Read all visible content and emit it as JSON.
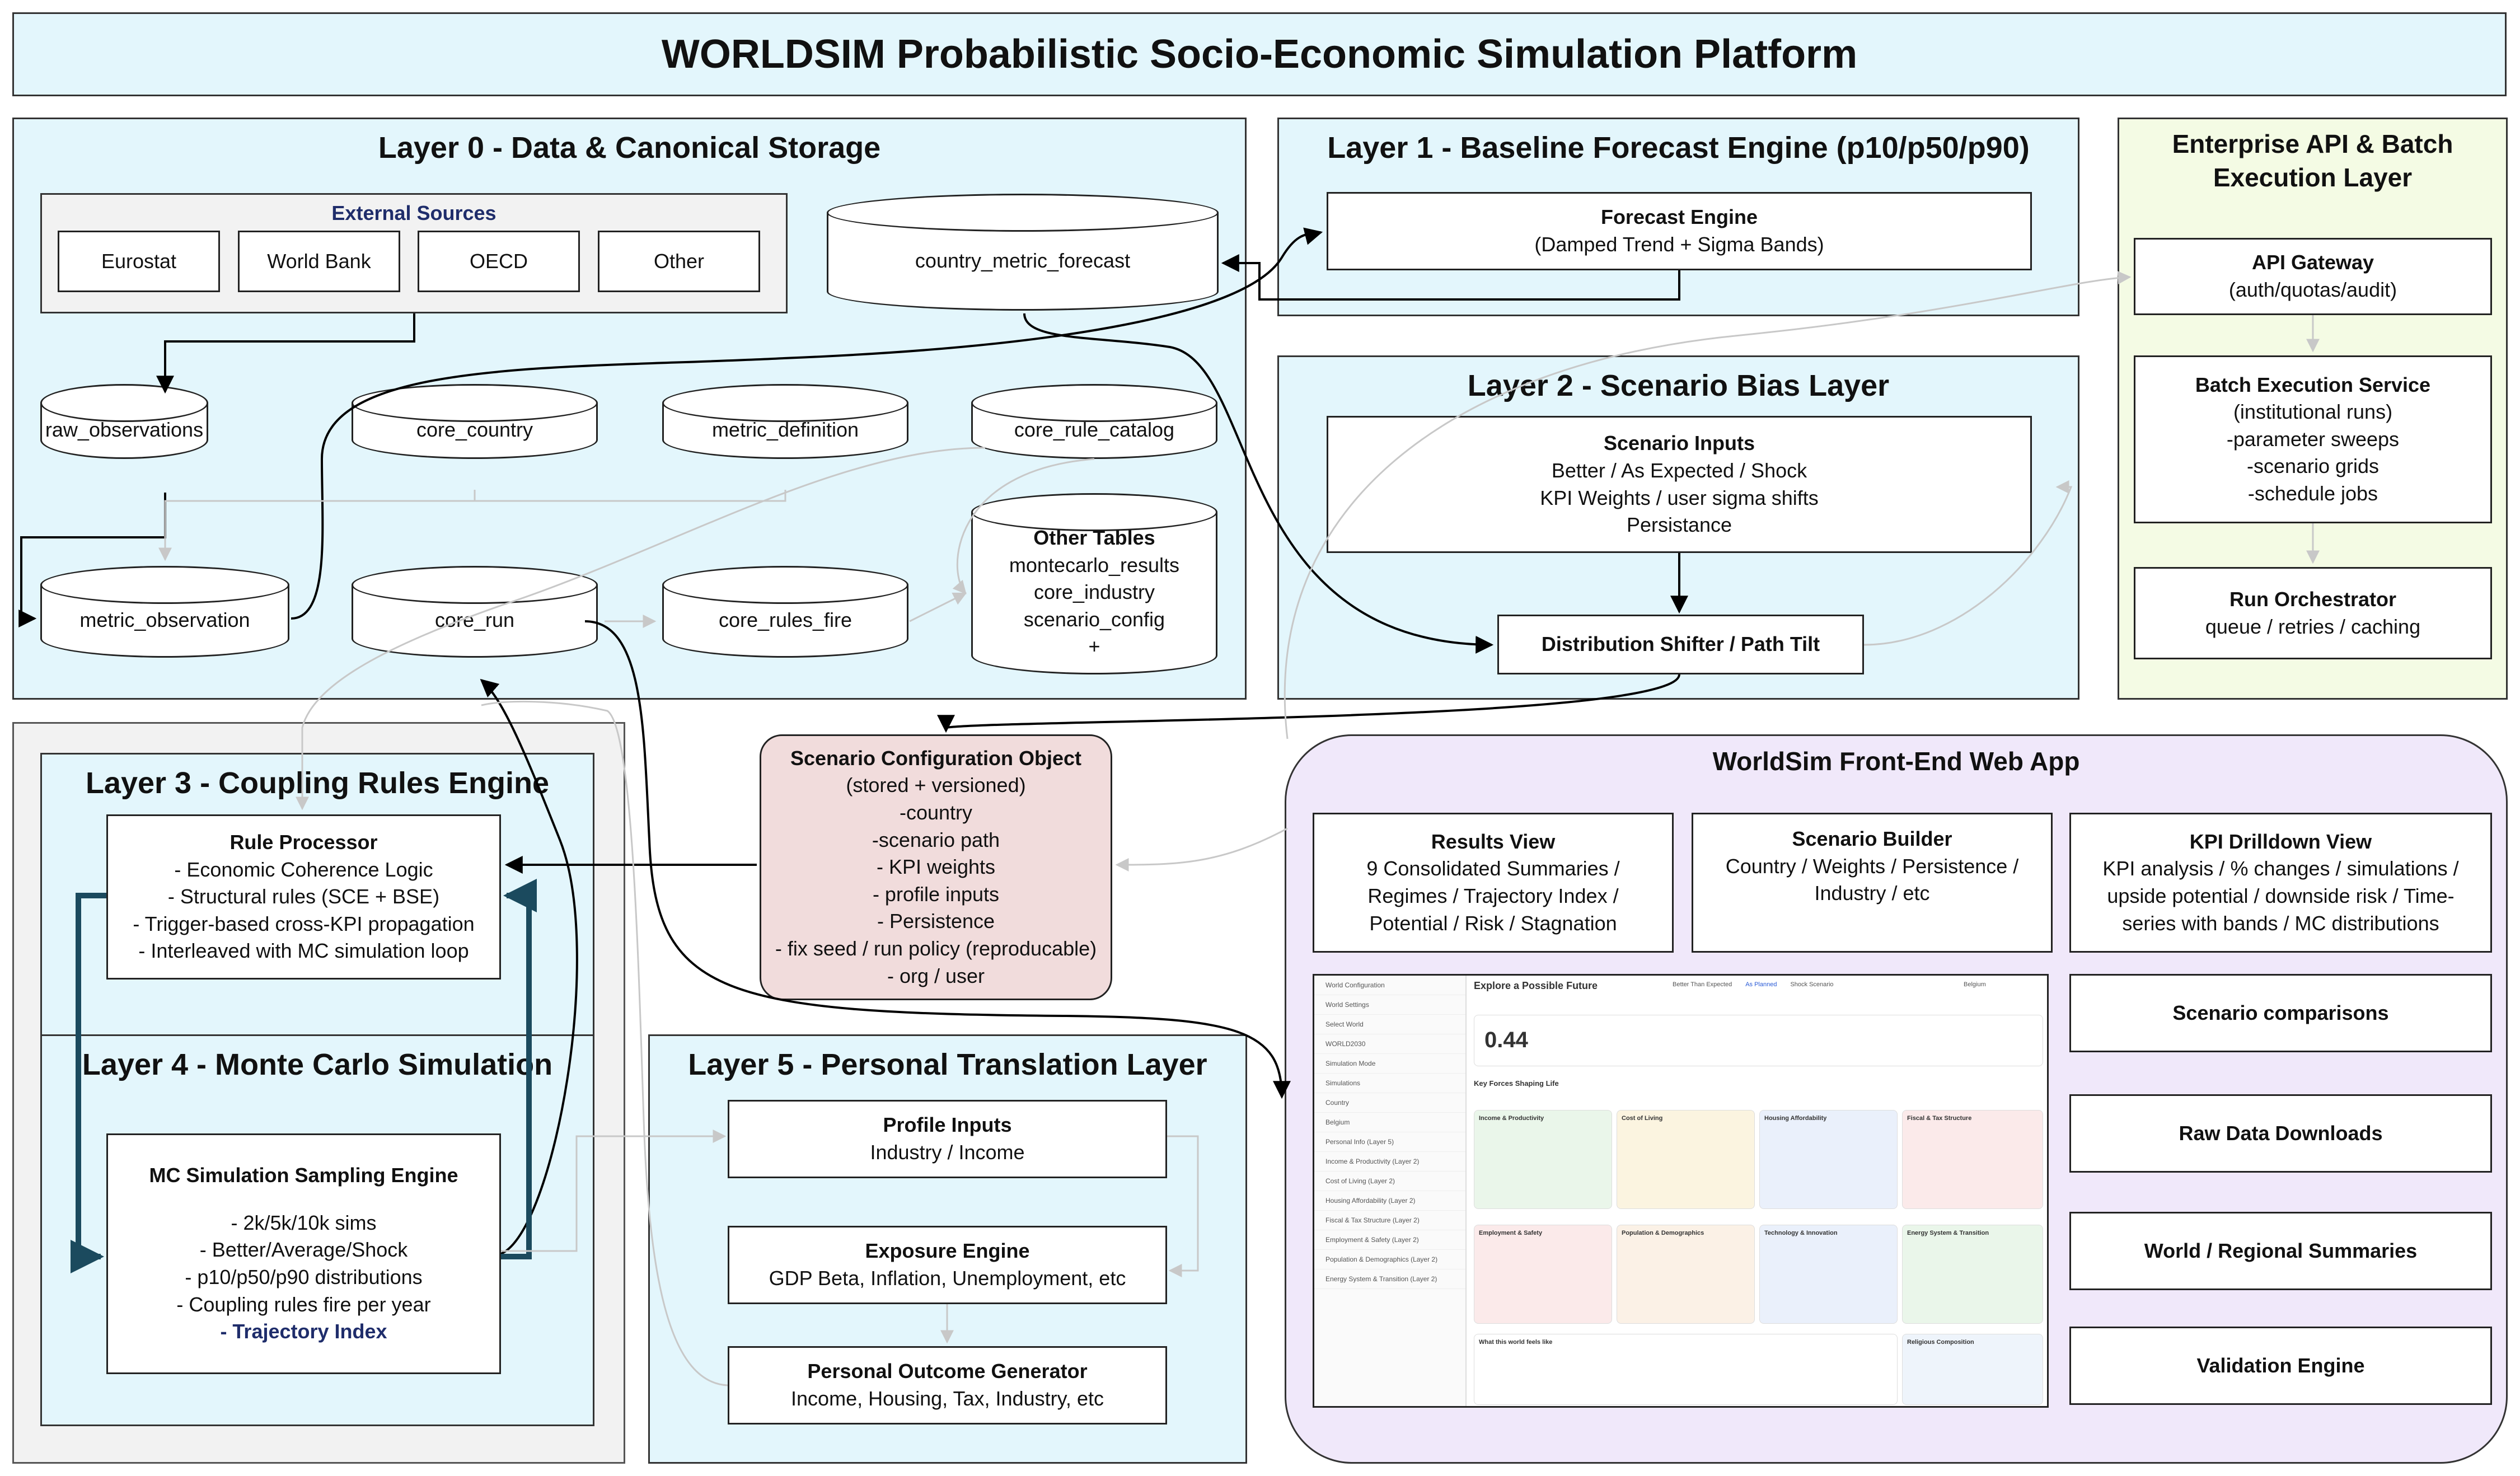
{
  "title": "WORLDSIM Probabilistic Socio-Economic Simulation Platform",
  "layer0": {
    "title": "Layer 0 - Data & Canonical Storage",
    "external": {
      "title": "External Sources",
      "sources": [
        "Eurostat",
        "World Bank",
        "OECD",
        "Other"
      ]
    },
    "tables": {
      "forecast": "country_metric_forecast",
      "raw": "raw_observations",
      "core_country": "core_country",
      "metric_def": "metric_definition",
      "rule_catalog": "core_rule_catalog",
      "metric_obs": "metric_observation",
      "core_run": "core_run",
      "rules_fire": "core_rules_fire",
      "other": [
        "Other Tables",
        "montecarlo_results",
        "core_industry",
        "scenario_config",
        "+"
      ]
    }
  },
  "layer1": {
    "title": "Layer 1 - Baseline Forecast Engine (p10/p50/p90)",
    "engine_title": "Forecast Engine",
    "engine_sub": "(Damped Trend + Sigma Bands)"
  },
  "layer2": {
    "title": "Layer 2 - Scenario Bias Layer",
    "inputs_title": "Scenario Inputs",
    "inputs_lines": [
      "Better / As Expected / Shock",
      "KPI Weights / user sigma shifts",
      "Persistance"
    ],
    "shifter": "Distribution Shifter / Path Tilt"
  },
  "enterprise": {
    "title_lines": [
      "Enterprise API & Batch",
      "Execution Layer"
    ],
    "gateway_title": "API Gateway",
    "gateway_sub": "(auth/quotas/audit)",
    "batch_title": "Batch Execution Service",
    "batch_lines": [
      "(institutional runs)",
      "-parameter sweeps",
      "-scenario grids",
      "-schedule jobs"
    ],
    "orch_title": "Run Orchestrator",
    "orch_sub": "queue / retries / caching"
  },
  "layer3": {
    "title": "Layer 3 - Coupling Rules Engine",
    "rp_title": "Rule Processor",
    "rp_lines": [
      "- Economic Coherence Logic",
      "- Structural rules (SCE + BSE)",
      "- Trigger-based cross-KPI propagation",
      "- Interleaved with MC simulation loop"
    ]
  },
  "layer4": {
    "title": "Layer 4 - Monte Carlo Simulation",
    "mc_title": "MC Simulation Sampling Engine",
    "mc_lines": [
      "- 2k/5k/10k sims",
      "- Better/Average/Shock",
      "- p10/p50/p90 distributions",
      "- Coupling rules fire per year"
    ],
    "mc_last": "- Trajectory Index"
  },
  "scenario_config": {
    "title": "Scenario Configuration Object",
    "lines": [
      "(stored + versioned)",
      "-country",
      "-scenario path",
      "- KPI weights",
      "- profile inputs",
      "- Persistence",
      "- fix seed / run policy (reproducable)",
      "- org / user"
    ]
  },
  "layer5": {
    "title": "Layer 5 - Personal Translation Layer",
    "profile_title": "Profile Inputs",
    "profile_sub": "Industry / Income",
    "exposure_title": "Exposure Engine",
    "exposure_sub": "GDP Beta, Inflation, Unemployment, etc",
    "outcome_title": "Personal Outcome Generator",
    "outcome_sub": "Income, Housing, Tax, Industry, etc"
  },
  "frontend": {
    "title": "WorldSim Front-End Web App",
    "results_title": "Results View",
    "results_lines": [
      "9 Consolidated Summaries /",
      "Regimes / Trajectory Index /",
      "Potential / Risk / Stagnation"
    ],
    "builder_title": "Scenario Builder",
    "builder_lines": [
      "Country / Weights / Persistence /",
      "Industry / etc"
    ],
    "kpi_title": "KPI Drilldown View",
    "kpi_lines": [
      "KPI analysis / % changes / simulations /",
      "upside potential / downside risk / Time-",
      "series with bands / MC distributions"
    ],
    "side_items": [
      "Scenario comparisons",
      "Raw Data Downloads",
      "World / Regional Summaries",
      "Validation Engine"
    ]
  },
  "mockup": {
    "heading": "Explore a Possible Future",
    "score": "0.44",
    "section": "Key Forces Shaping Life",
    "scenario_tabs": [
      "Better Than Expected",
      "As Planned",
      "Shock Scenario"
    ],
    "country": "Belgium",
    "sidebar": [
      "World Configuration",
      "World Settings",
      "Select World",
      "WORLD2030",
      "Simulation Mode",
      "Simulations",
      "Country",
      "Belgium",
      "Personal Info (Layer 5)",
      "Income & Productivity (Layer 2)",
      "Cost of Living (Layer 2)",
      "Housing Affordability (Layer 2)",
      "Fiscal & Tax Structure (Layer 2)",
      "Employment & Safety (Layer 2)",
      "Population & Demographics (Layer 2)",
      "Energy System & Transition (Layer 2)"
    ],
    "cards": [
      "Income & Productivity",
      "Cost of Living",
      "Housing Affordability",
      "Fiscal & Tax Structure",
      "Employment & Safety",
      "Population & Demographics",
      "Technology & Innovation",
      "Energy System & Transition"
    ],
    "bottom_left": "What this world feels like",
    "bottom_right": "Religious Composition"
  }
}
